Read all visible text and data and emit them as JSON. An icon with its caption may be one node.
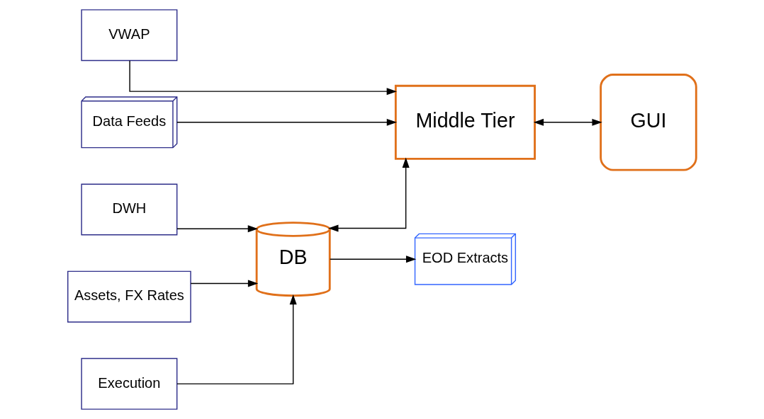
{
  "diagram": {
    "nodes": [
      {
        "text": [
          "VWAP"
        ]
      },
      {
        "text": [
          "Data Feeds"
        ]
      },
      {
        "text": [
          "DWH"
        ]
      },
      {
        "text": [
          "Assets, FX Rates"
        ]
      },
      {
        "text": [
          "Execution"
        ]
      },
      {
        "text": [
          "DB"
        ]
      },
      {
        "text": [
          "Middle Tier"
        ]
      },
      {
        "text": [
          "GUI"
        ]
      },
      {
        "text": [
          "EOD Extracts"
        ]
      }
    ],
    "edges": [
      {
        "from": 0,
        "to": 6,
        "arrow": "to"
      },
      {
        "from": 1,
        "to": 6,
        "arrow": "to"
      },
      {
        "from": 2,
        "to": 5,
        "arrow": "to"
      },
      {
        "from": 3,
        "to": 5,
        "arrow": "to"
      },
      {
        "from": 4,
        "to": 5,
        "arrow": "to"
      },
      {
        "from": 5,
        "to": 6,
        "arrow": "both"
      },
      {
        "from": 6,
        "to": 7,
        "arrow": "both"
      },
      {
        "from": 5,
        "to": 8,
        "arrow": "to"
      }
    ]
  }
}
